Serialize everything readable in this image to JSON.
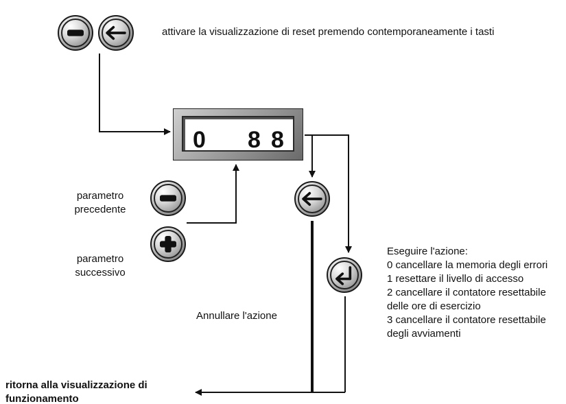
{
  "texts": {
    "instruction": "attivare la visualizzazione di reset premendo contemporaneamente i tasti",
    "prev_line1": "parametro",
    "prev_line2": "precedente",
    "next_line1": "parametro",
    "next_line2": "successivo",
    "cancel": "Annullare l'azione",
    "return_line1": "ritorna alla visualizzazione di",
    "return_line2": "funzionamento"
  },
  "display": {
    "d1": "0",
    "d2": "8",
    "d3": "8"
  },
  "actions": {
    "heading": "Eseguire l'azione:",
    "lines": [
      "0 cancellare la memoria degli errori",
      "1 resettare il livello di accesso",
      "2 cancellare il contatore resettabile",
      "delle ore di esercizio",
      "3 cancellare il contatore resettabile",
      "degli avviamenti"
    ]
  },
  "icons": [
    "minus-icon",
    "left-arrow-icon",
    "plus-icon",
    "enter-icon"
  ]
}
